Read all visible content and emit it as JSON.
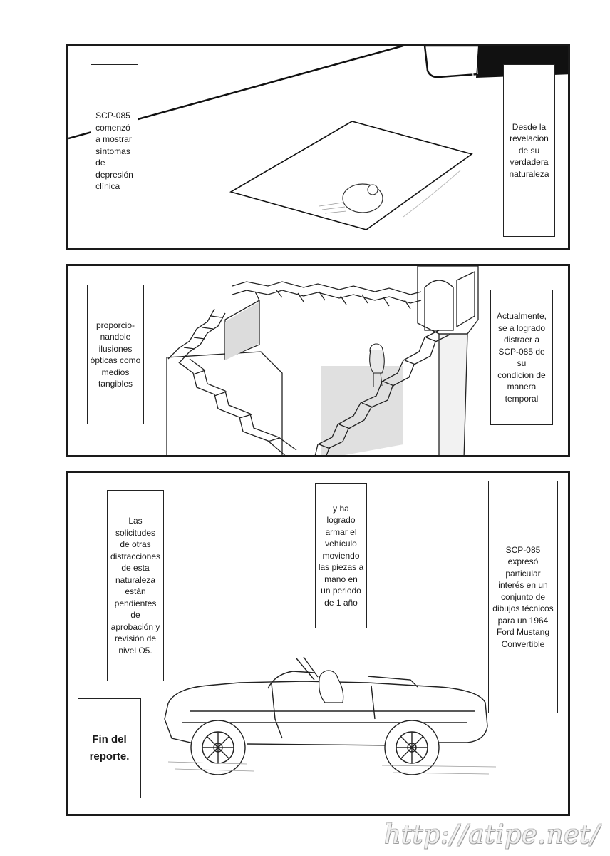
{
  "panel1": {
    "caption_left": "SCP-085\ncomenzó\na mostrar\nsíntomas\nde\ndepresión\nclínica",
    "caption_right": "Desde la\nrevelacion\nde su\nverdadera\nnaturaleza"
  },
  "panel2": {
    "caption_left": "proporcio-\nnandole\nilusiones\nópticas como\nmedios\ntangibles",
    "caption_right": "Actualmente,\nse a logrado\ndistraer a\nSCP-085 de su\ncondicion de\nmanera\ntemporal"
  },
  "panel3": {
    "caption_left": "Las\nsolicitudes\nde otras\ndistracciones\nde esta\nnaturaleza\nestán\npendientes\nde\naprobación y\nrevisión de\nnivel O5.",
    "caption_center": "y ha\nlogrado\narmar el\nvehículo\nmoviendo\nlas piezas a\nmano en\nun periodo\nde 1 año",
    "caption_right": "SCP-085 expresó\nparticular\ninterés en un\nconjunto de\ndibujos técnicos\npara un 1964\nFord Mustang\nConvertible",
    "caption_end": "Fin del\nreporte."
  },
  "watermark": "http://atipe.net/"
}
